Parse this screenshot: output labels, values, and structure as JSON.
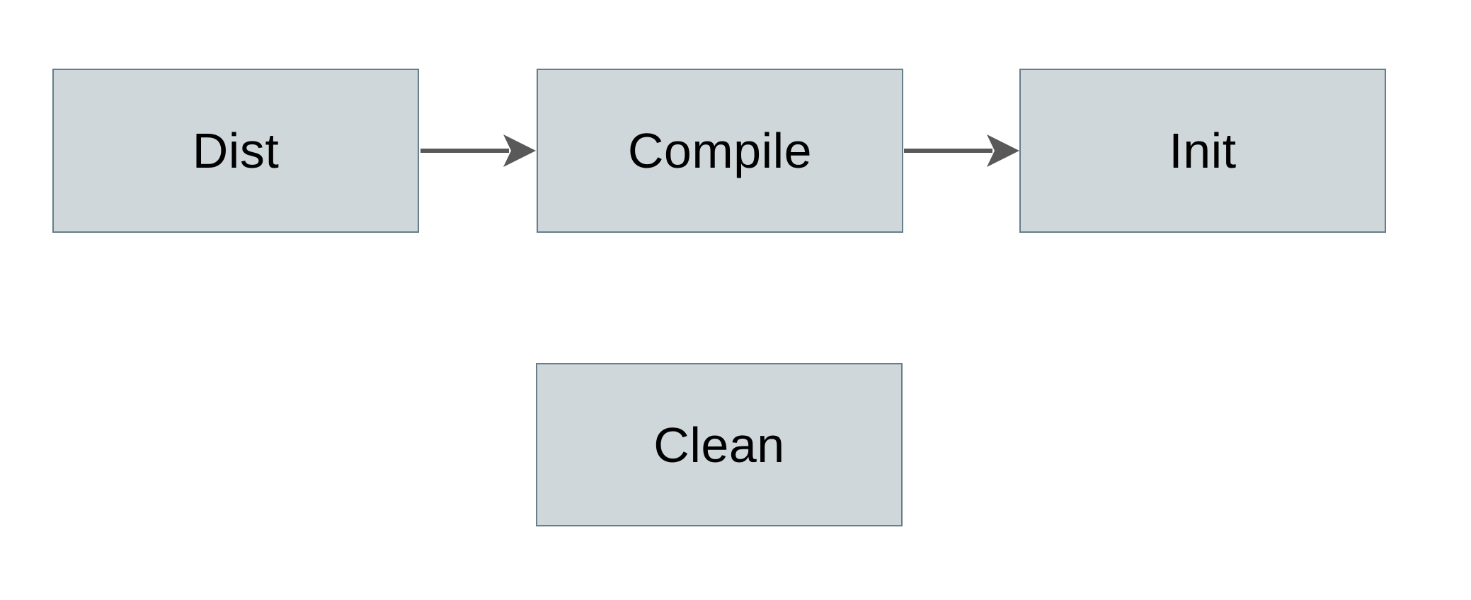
{
  "diagram": {
    "title": "build-targets-flowchart",
    "nodes": [
      {
        "id": "dist",
        "label": "Dist"
      },
      {
        "id": "compile",
        "label": "Compile"
      },
      {
        "id": "init",
        "label": "Init"
      },
      {
        "id": "clean",
        "label": "Clean"
      }
    ],
    "edges": [
      {
        "from": "Dist",
        "to": "Compile",
        "style": "arrow-right"
      },
      {
        "from": "Compile",
        "to": "Init",
        "style": "arrow-right"
      }
    ],
    "colors": {
      "background": "#ffffff",
      "node_fill": "#cfd7da",
      "node_border": "#647e8a",
      "arrow": "#595959",
      "text": "#000000"
    }
  }
}
